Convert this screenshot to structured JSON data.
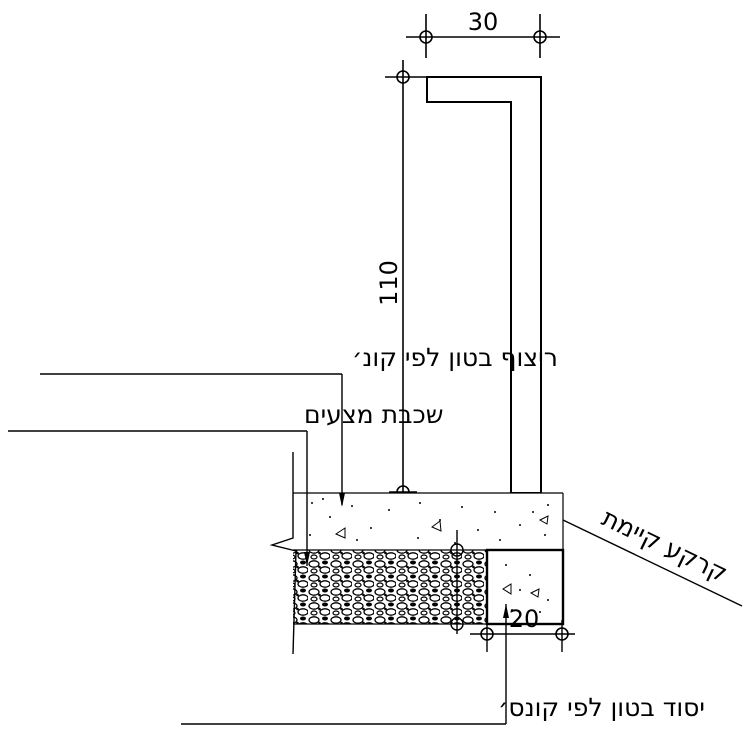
{
  "dimensions": {
    "top_width": "30",
    "height": "110",
    "footing_width": "20"
  },
  "labels": {
    "concrete_floor": "ריצוף בטון לפי קונ׳",
    "gravel_layer": "שכבת מצעים",
    "existing_ground": "קרקע קיימת",
    "concrete_footing": "יסוד בטון לפי קונס׳"
  }
}
